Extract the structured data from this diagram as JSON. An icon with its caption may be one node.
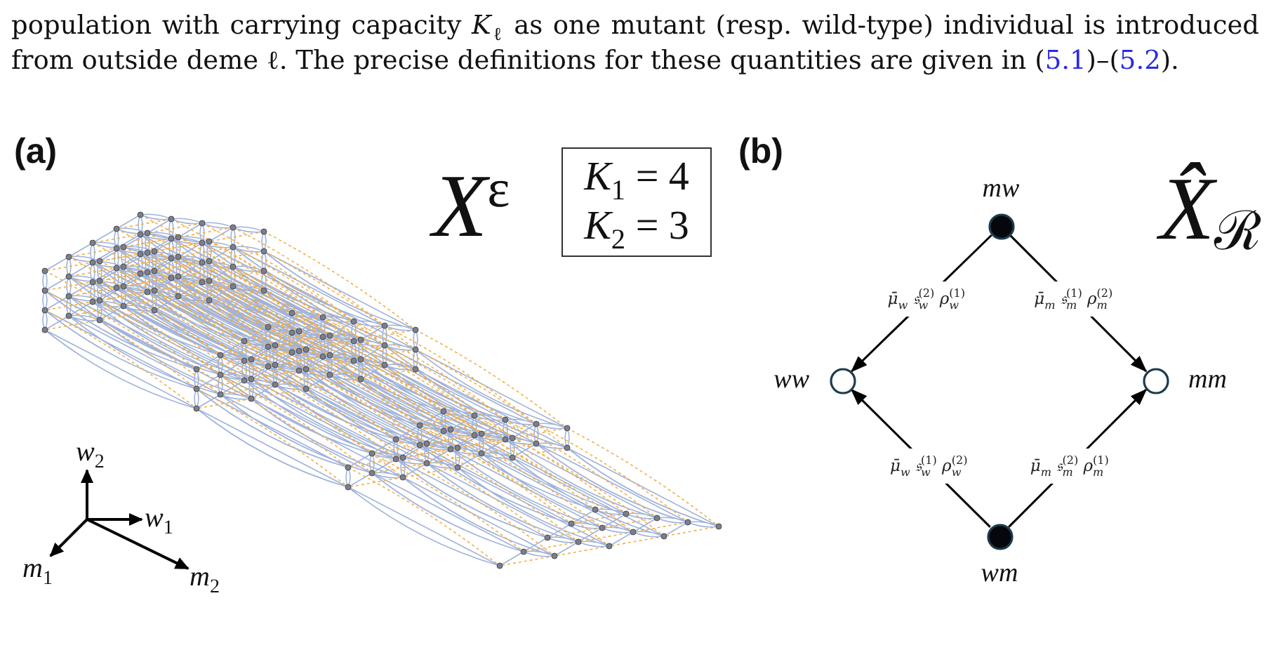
{
  "diagram": {
    "nodes": [
      {
        "text": [
          "*K*$_{1}$ = 4",
          "*K*$_{2}$ = 3"
        ]
      },
      {
        "text": [
          "mw"
        ]
      },
      {
        "text": [
          "ww"
        ]
      },
      {
        "text": [
          "mm"
        ]
      },
      {
        "text": [
          "wm"
        ]
      }
    ],
    "edges": [
      {
        "from": 1,
        "to": 2,
        "arrow": "to",
        "label": "μ̄$_{w}$ 𝔰$_{w}$$^{(2)}$ ρ$_{w}$$^{(1)}$"
      },
      {
        "from": 1,
        "to": 3,
        "arrow": "to",
        "label": "μ̄$_{m}$ 𝔰$_{m}$$^{(1)}$ ρ$_{m}$$^{(2)}$"
      },
      {
        "from": 4,
        "to": 2,
        "arrow": "to",
        "label": "μ̄$_{w}$ 𝔰$_{w}$$^{(1)}$ ρ$_{w}$$^{(2)}$"
      },
      {
        "from": 4,
        "to": 3,
        "arrow": "to",
        "label": "μ̄$_{m}$ 𝔰$_{m}$$^{(2)}$ ρ$_{m}$$^{(1)}$"
      }
    ],
    "labels": [
      "population with carrying capacity *K*$_{ℓ}$ as one mutant (resp. wild-type) individual is introduced from outside deme ℓ. The precise definitions for these quantities are given in (",
      "5.1",
      ")–(",
      "5.2",
      ").",
      "(a)",
      "*X*$^{ε}$",
      "*w*$_{2}$",
      "*w*$_{1}$",
      "*m*$_{1}$",
      "*m*$_{2}$",
      "(b)",
      "*X̂*$_{ℛ}$"
    ]
  }
}
